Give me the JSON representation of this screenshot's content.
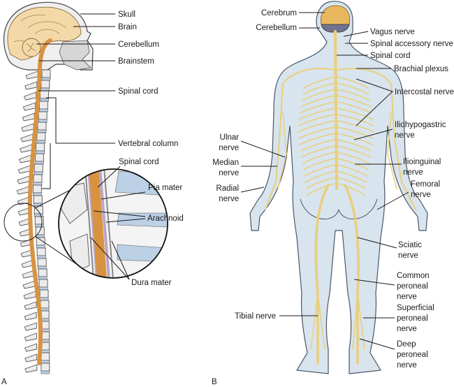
{
  "panel_a": {
    "letter": "A",
    "labels": {
      "skull": "Skull",
      "brain": "Brain",
      "cerebellum": "Cerebellum",
      "brainstem": "Brainstem",
      "spinal_cord": "Spinal cord",
      "vertebral_column": "Vertebral column",
      "spinal_cord_inset": "Spinal cord",
      "pia_mater": "Pia mater",
      "arachnoid": "Arachnoid",
      "dura_mater": "Dura mater"
    }
  },
  "panel_b": {
    "letter": "B",
    "labels": {
      "cerebrum": "Cerebrum",
      "cerebellum": "Cerebellum",
      "vagus": "Vagus nerve",
      "spinal_accessory": "Spinal accessory nerve",
      "spinal_cord": "Spinal cord",
      "brachial_plexus": "Brachial plexus",
      "intercostal": "Intercostal nerves",
      "iliohypogastric_1": "Iliohypogastric",
      "iliohypogastric_2": "nerve",
      "ulnar_1": "Ulnar",
      "ulnar_2": "nerve",
      "median_1": "Median",
      "median_2": "nerve",
      "ilioinguinal_1": "Ilioinguinal",
      "ilioinguinal_2": "nerve",
      "radial_1": "Radial",
      "radial_2": "nerve",
      "femoral_1": "Femoral",
      "femoral_2": "nerve",
      "sciatic_1": "Sciatic",
      "sciatic_2": "nerve",
      "common_peroneal_1": "Common",
      "common_peroneal_2": "peroneal",
      "common_peroneal_3": "nerve",
      "tibial": "Tibial nerve",
      "superficial_peroneal_1": "Superficial",
      "superficial_peroneal_2": "peroneal",
      "superficial_peroneal_3": "nerve",
      "deep_peroneal_1": "Deep",
      "deep_peroneal_2": "peroneal",
      "deep_peroneal_3": "nerve"
    }
  },
  "colors": {
    "brain": "#f3d9a8",
    "spinal_cord": "#d9923f",
    "nerve": "#e9cf7a",
    "body": "#d8e4ee",
    "cerebellum_b": "#6f7390",
    "disc": "#bcd0e6"
  }
}
